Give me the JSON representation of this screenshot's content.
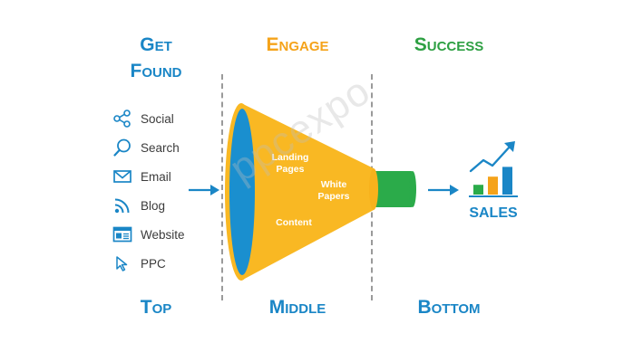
{
  "headers": {
    "get_found_line1": "Get",
    "get_found_line2": "Found",
    "engage": "Engage",
    "success": "Success"
  },
  "footers": {
    "top": "Top",
    "middle": "Middle",
    "bottom": "Bottom"
  },
  "channels": [
    {
      "label": "Social",
      "icon": "share-icon"
    },
    {
      "label": "Search",
      "icon": "search-icon"
    },
    {
      "label": "Email",
      "icon": "envelope-icon"
    },
    {
      "label": "Blog",
      "icon": "rss-icon"
    },
    {
      "label": "Website",
      "icon": "browser-window-icon"
    },
    {
      "label": "PPC",
      "icon": "cursor-icon"
    }
  ],
  "funnel": {
    "label_landing_1": "Landing",
    "label_landing_2": "Pages",
    "label_white_1": "White",
    "label_white_2": "Papers",
    "label_content": "Content"
  },
  "sales": {
    "label": "SALES",
    "bar_levels": [
      0.3,
      0.55,
      0.85
    ]
  },
  "watermark": "ppcexpo",
  "colors": {
    "blue": "#1a86c6",
    "orange": "#f5a31a",
    "green": "#2ea043",
    "funnel_body": "#f9b823",
    "funnel_mouth": "#1a8fcf",
    "funnel_neck": "#2bab4a",
    "divider": "#9a9a9a"
  }
}
